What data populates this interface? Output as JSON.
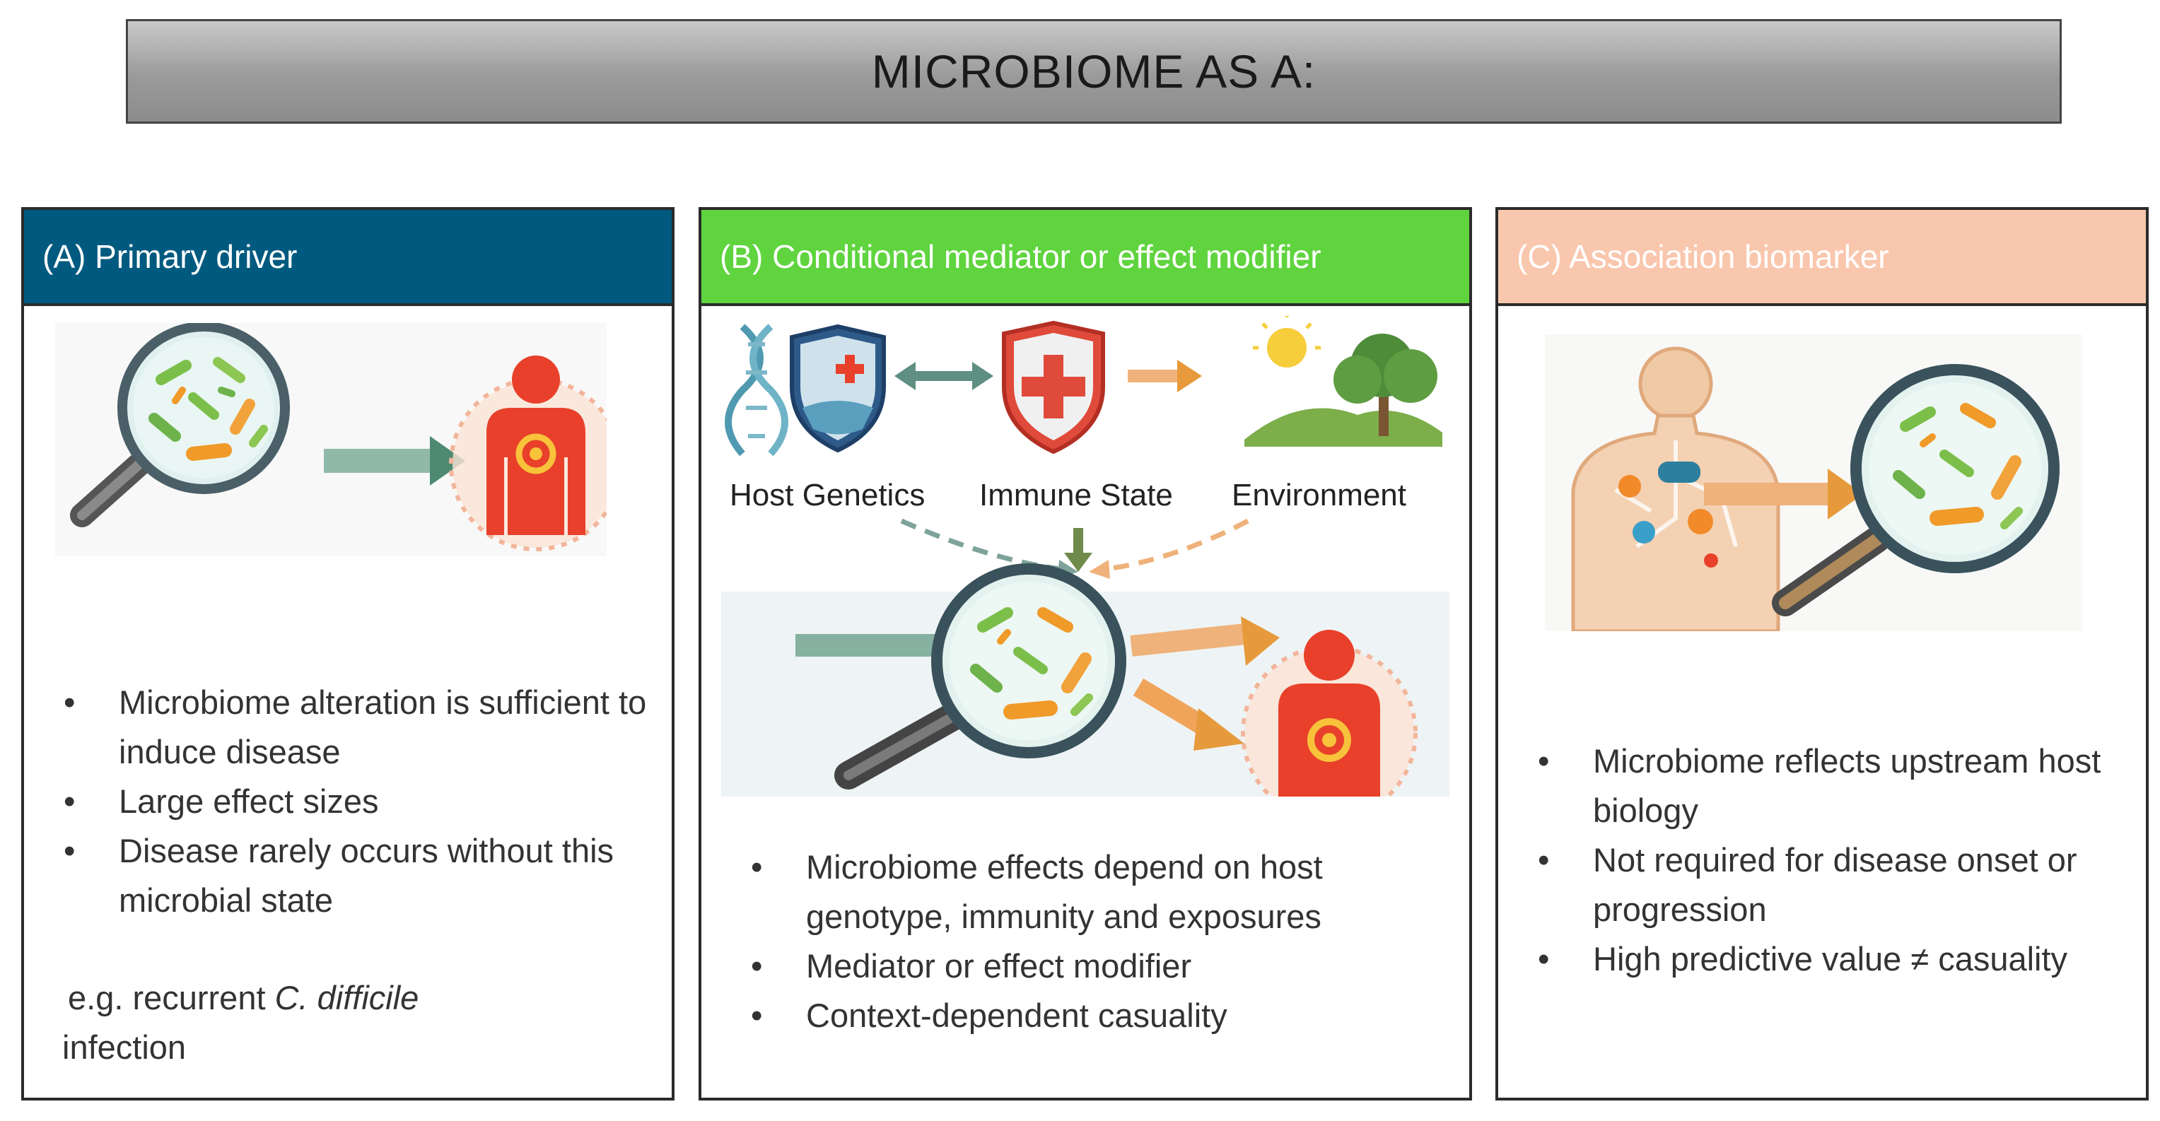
{
  "title": "MICROBIOME AS A:",
  "panels": {
    "a": {
      "header": "(A)  Primary driver",
      "bullets": [
        "Microbiome alteration is sufficient to induce disease",
        "Large effect sizes",
        "Disease rarely occurs without this microbial state"
      ],
      "example_prefix": "e.g. recurrent ",
      "example_species": "C. difficile",
      "example_suffix": "infection"
    },
    "b": {
      "header": "(B) Conditional mediator or effect modifier",
      "factors": [
        "Host Genetics",
        "Immune State",
        "Environment"
      ],
      "bullets": [
        "Microbiome effects depend on host genotype, immunity and exposures",
        "Mediator or effect modifier",
        "Context-dependent casuality"
      ]
    },
    "c": {
      "header": "(C) Association biomarker",
      "bullets": [
        "Microbiome reflects upstream host biology",
        "Not required for disease onset or progression",
        "High predictive value ≠ casuality"
      ]
    }
  },
  "colors": {
    "panel_a_header": "#005a80",
    "panel_b_header": "#5fd43e",
    "panel_c_header": "#f9c7ad",
    "arrow_green": "#4e8a72",
    "arrow_orange": "#e69a3c",
    "person_red": "#e8402a"
  }
}
